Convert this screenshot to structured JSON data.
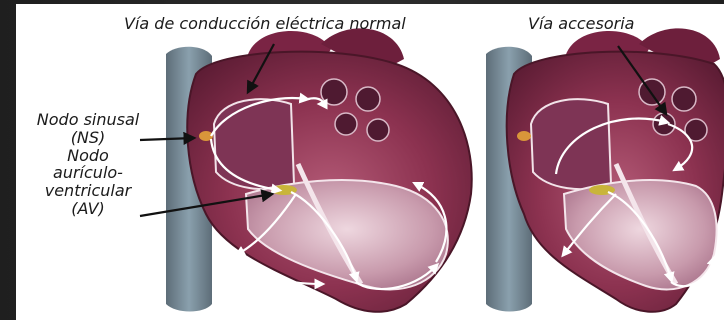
{
  "labels": {
    "normal_pathway": "Vía de conducción eléctrica normal",
    "accessory_pathway": "Vía accesoria",
    "sinus_node_1": "Nodo sinusal",
    "sinus_node_2": "(NS)",
    "av_node_1": "Nodo",
    "av_node_2": "aurículo-",
    "av_node_3": "ventricular",
    "av_node_4": "(AV)"
  }
}
